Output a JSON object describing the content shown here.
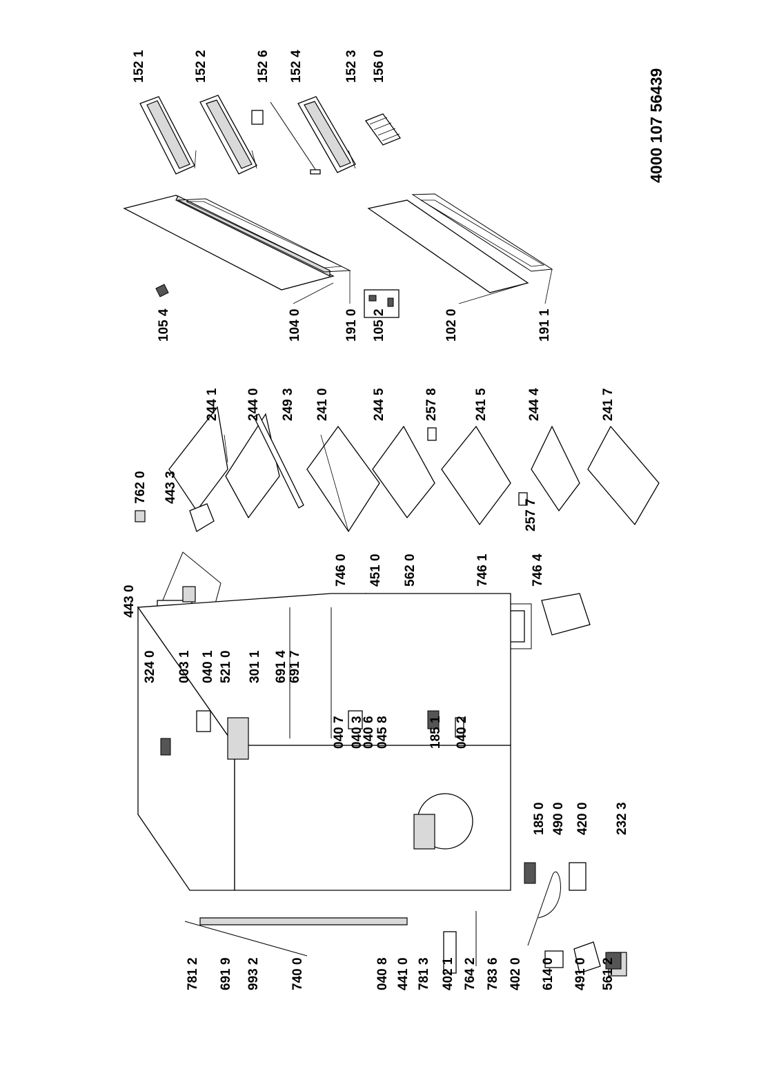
{
  "document_number": "4000 107 56439",
  "labels": [
    "152 1",
    "152 2",
    "152 6",
    "152 4",
    "152 3",
    "156 0",
    "105 4",
    "104 0",
    "191 0",
    "105 2",
    "102 0",
    "191 1",
    "244 1",
    "244 0",
    "249 3",
    "241 0",
    "244 5",
    "257 8",
    "241 5",
    "244 4",
    "241 7",
    "762 0",
    "443 3",
    "257 7",
    "443 0",
    "746 0",
    "451 0",
    "562 0",
    "746 1",
    "746 4",
    "324 0",
    "003 1",
    "040 1",
    "521 0",
    "301 1",
    "691 4",
    "691 7",
    "040 7",
    "040 3",
    "040 6",
    "045 8",
    "185 1",
    "040 2",
    "185 0",
    "490 0",
    "420 0",
    "232 3",
    "781 2",
    "691 9",
    "993 2",
    "740 0",
    "040 8",
    "441 0",
    "781 3",
    "402 1",
    "764 2",
    "783 6",
    "402 0",
    "614 0",
    "491 0",
    "561 2"
  ]
}
